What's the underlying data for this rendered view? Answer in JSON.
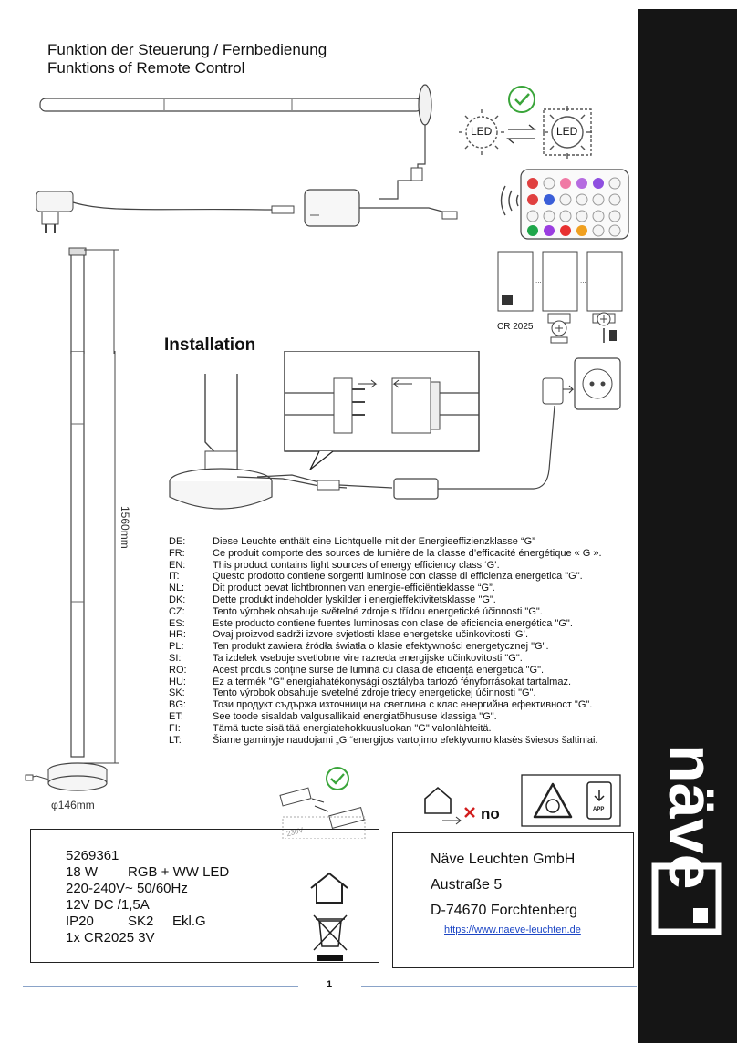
{
  "header": {
    "title_de": "Funktion der Steuerung / Fernbedienung",
    "title_en": "Funktions of Remote Control"
  },
  "led_labels": [
    "LED",
    "LED"
  ],
  "battery_label": "CR 2025",
  "installation_title": "Installation",
  "dimensions": {
    "height": "1560mm",
    "base": "φ146mm"
  },
  "energy_statements": [
    {
      "code": "DE:",
      "text": "Diese Leuchte enthält eine Lichtquelle mit der Energieeffizienzklasse “G”"
    },
    {
      "code": "FR:",
      "text": "Ce produit comporte des sources de lumière de la classe d’efficacité énergétique « G »."
    },
    {
      "code": "EN:",
      "text": "This product contains light sources of energy efficiency class ‘G’."
    },
    {
      "code": "IT:",
      "text": "Questo prodotto contiene sorgenti luminose con classe di efficienza energetica \"G\"."
    },
    {
      "code": "NL:",
      "text": "Dit product bevat lichtbronnen van energie-efficiëntieklasse “G”."
    },
    {
      "code": "DK:",
      "text": "Dette produkt indeholder lyskilder i energieffektivitetsklasse \"G\"."
    },
    {
      "code": "CZ:",
      "text": "Tento výrobek obsahuje světelné zdroje s třídou energetické účinnosti \"G\"."
    },
    {
      "code": "ES:",
      "text": "Este producto contiene fuentes luminosas con clase de eficiencia energética \"G\"."
    },
    {
      "code": "HR:",
      "text": "Ovaj proizvod sadrži izvore svjetlosti klase energetske učinkovitosti ‘G’."
    },
    {
      "code": "PL:",
      "text": "Ten produkt zawiera źródła światła o klasie efektywności energetycznej \"G\"."
    },
    {
      "code": "SI:",
      "text": "Ta izdelek vsebuje svetlobne vire razreda energijske učinkovitosti \"G\"."
    },
    {
      "code": "RO:",
      "text": "Acest produs conține surse de lumină cu clasa de eficiență energetică \"G\"."
    },
    {
      "code": "HU:",
      "text": "Ez a termék \"G\" energiahatékonysági osztályba tartozó fényforrásokat tartalmaz."
    },
    {
      "code": "SK:",
      "text": "Tento výrobok obsahuje svetelné zdroje triedy energetickej účinnosti \"G\"."
    },
    {
      "code": "BG:",
      "text": "Този продукт съдържа източници на светлина с клас енергийна ефективност \"G\"."
    },
    {
      "code": "ET:",
      "text": "See toode sisaldab valgusallikaid energiatõhususe klassiga \"G\"."
    },
    {
      "code": "FI:",
      "text": "Tämä tuote sisältää energiatehokkuusluokan \"G\" valonlähteitä."
    },
    {
      "code": "LT:",
      "text": "Šiame gaminyje naudojami „G “energijos vartojimo efektyvumo klasės šviesos šaltiniai."
    }
  ],
  "no_label": "no",
  "app_label": "APP",
  "voltage_label": "230V",
  "specs": {
    "article": "5269361",
    "power": "18 W",
    "light": "RGB + WW LED",
    "input": "220-240V~ 50/60Hz",
    "output": "12V DC /1,5A",
    "ip": "IP20",
    "protection": "SK2",
    "energy_class": "Ekl.G",
    "battery": "1x CR2025 3V"
  },
  "company": {
    "name": "Näve Leuchten GmbH",
    "street": "Austraße 5",
    "city": "D-74670 Forchtenberg",
    "url": "https://www.naeve-leuchten.de"
  },
  "brand": "näve",
  "page_number": "1",
  "colors": {
    "sidebar": "#151515",
    "link": "#1a44c4",
    "check": "#3aa53a",
    "cross": "#d21e1e",
    "footer_line": "#8aa3c8"
  }
}
